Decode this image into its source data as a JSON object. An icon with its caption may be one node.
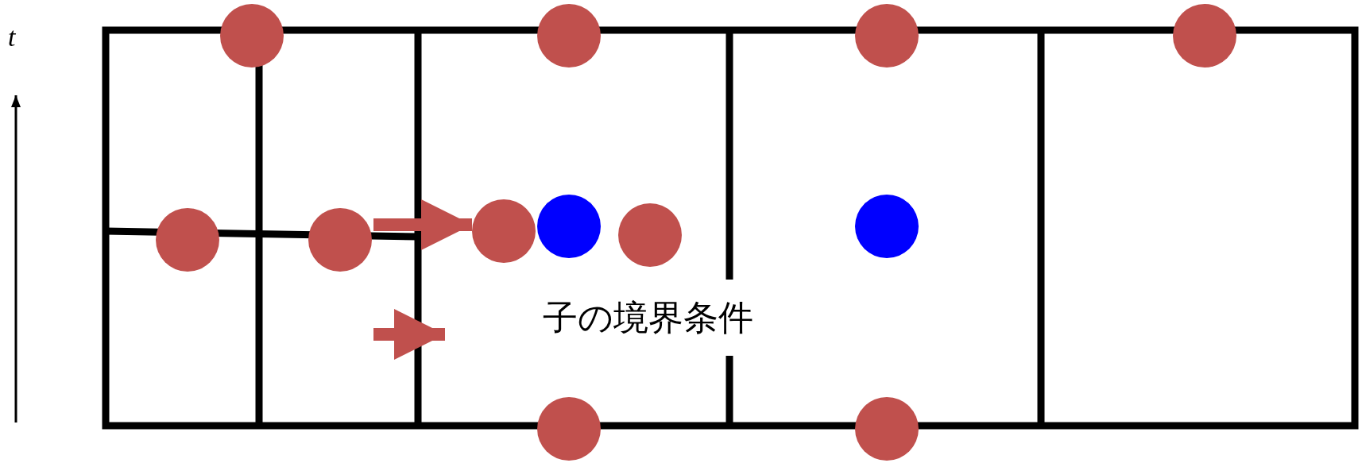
{
  "diagram": {
    "nodes": [
      {
        "text": [],
        "shape": "circle"
      },
      {
        "text": [],
        "shape": "circle"
      },
      {
        "text": [],
        "shape": "circle"
      },
      {
        "text": [],
        "shape": "circle"
      },
      {
        "text": [],
        "shape": "circle"
      },
      {
        "text": [],
        "shape": "circle"
      },
      {
        "text": [],
        "shape": "circle"
      },
      {
        "text": [],
        "shape": "circle"
      },
      {
        "text": [],
        "shape": "circle"
      },
      {
        "text": [],
        "shape": "circle"
      },
      {
        "text": [],
        "shape": "circle"
      },
      {
        "text": [],
        "shape": "circle"
      }
    ],
    "edges": [
      {
        "from": 5,
        "to": 6,
        "arrow": "to"
      }
    ],
    "labels": [
      "t"
    ],
    "legend": [
      {
        "text": "子の境界条件"
      }
    ]
  }
}
